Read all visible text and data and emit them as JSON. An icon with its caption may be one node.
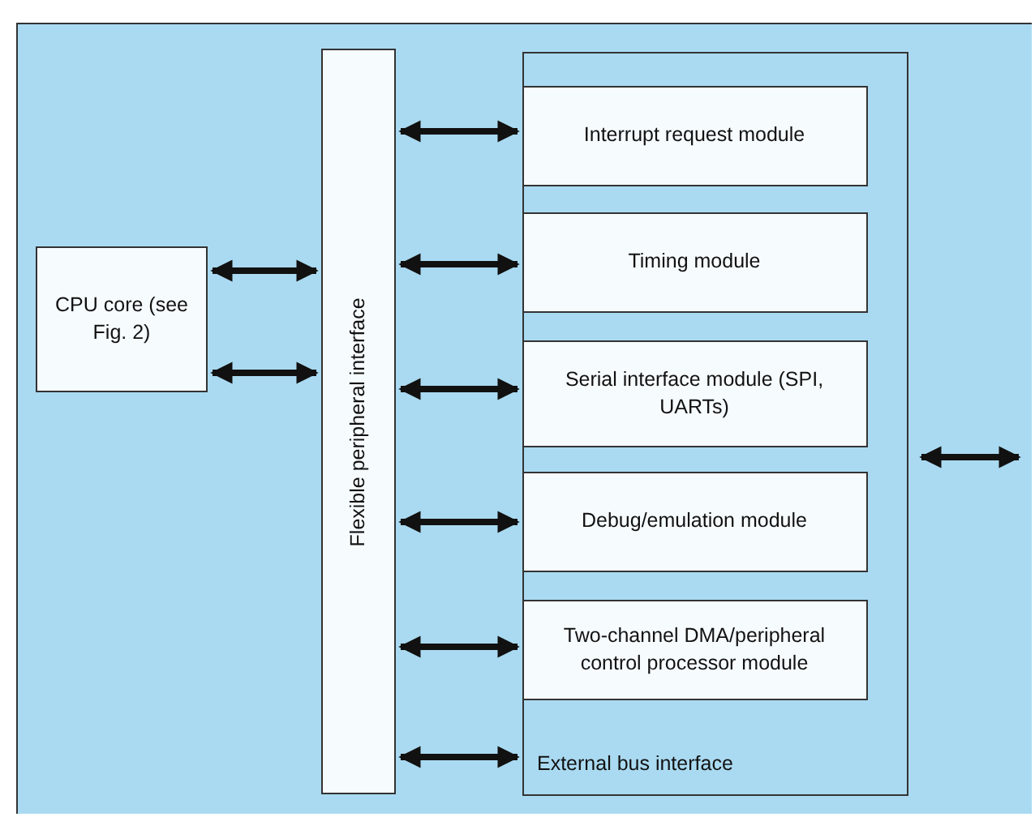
{
  "diagram": {
    "nodes": [
      {
        "text": [
          "CPU core (see Fig. 2)"
        ]
      },
      {
        "text": [
          "Flexible peripheral interface"
        ]
      },
      {
        "text": [
          "External bus interface"
        ]
      },
      {
        "text": [
          "Interrupt request module"
        ],
        "in": 2
      },
      {
        "text": [
          "Timing module"
        ],
        "in": 2
      },
      {
        "text": [
          "Serial interface module (SPI, UARTs)"
        ],
        "in": 2
      },
      {
        "text": [
          "Debug/emulation module"
        ],
        "in": 2
      },
      {
        "text": [
          "Two-channel DMA/peripheral control processor module"
        ],
        "in": 2
      }
    ],
    "edges": [
      {
        "from": 0,
        "to": 1,
        "arrow": "both"
      },
      {
        "from": 0,
        "to": 1,
        "arrow": "both"
      },
      {
        "from": 1,
        "to": 3,
        "arrow": "both"
      },
      {
        "from": 1,
        "to": 4,
        "arrow": "both"
      },
      {
        "from": 1,
        "to": 5,
        "arrow": "both"
      },
      {
        "from": 1,
        "to": 6,
        "arrow": "both"
      },
      {
        "from": 1,
        "to": 7,
        "arrow": "both"
      },
      {
        "from": 1,
        "to": 2,
        "arrow": "both"
      },
      {
        "from": 2,
        "to": null,
        "arrow": "both"
      }
    ]
  }
}
